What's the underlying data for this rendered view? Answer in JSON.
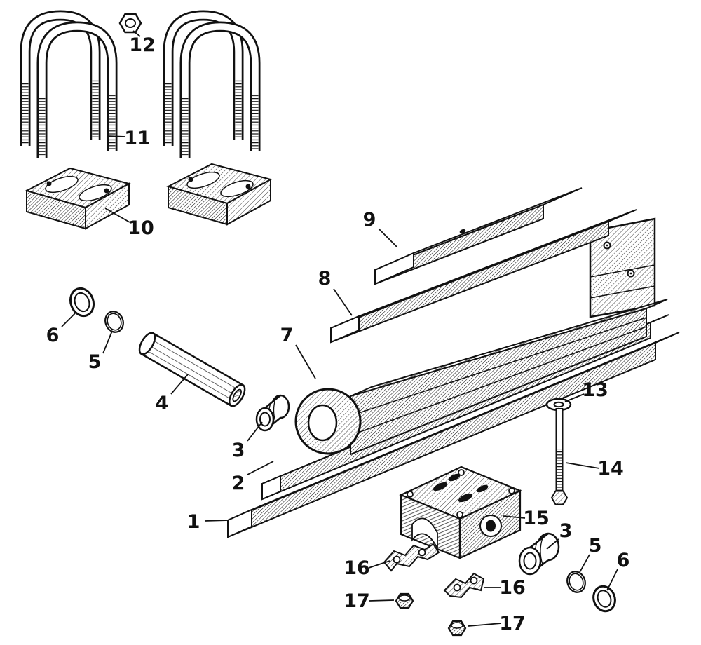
{
  "figure": {
    "kind": "exploded-parts-diagram",
    "style": "black-ink-line-engraving"
  },
  "colors": {
    "ink": "#111111",
    "paper": "#ffffff"
  },
  "callouts": [
    {
      "label": "12"
    },
    {
      "label": "11"
    },
    {
      "label": "10"
    },
    {
      "label": "9"
    },
    {
      "label": "8"
    },
    {
      "label": "7"
    },
    {
      "label": "6"
    },
    {
      "label": "5"
    },
    {
      "label": "4"
    },
    {
      "label": "3"
    },
    {
      "label": "2"
    },
    {
      "label": "1"
    },
    {
      "label": "13"
    },
    {
      "label": "14"
    },
    {
      "label": "15"
    },
    {
      "label": "16"
    },
    {
      "label": "3"
    },
    {
      "label": "5"
    },
    {
      "label": "6"
    },
    {
      "label": "16"
    },
    {
      "label": "17"
    },
    {
      "label": "17"
    }
  ]
}
